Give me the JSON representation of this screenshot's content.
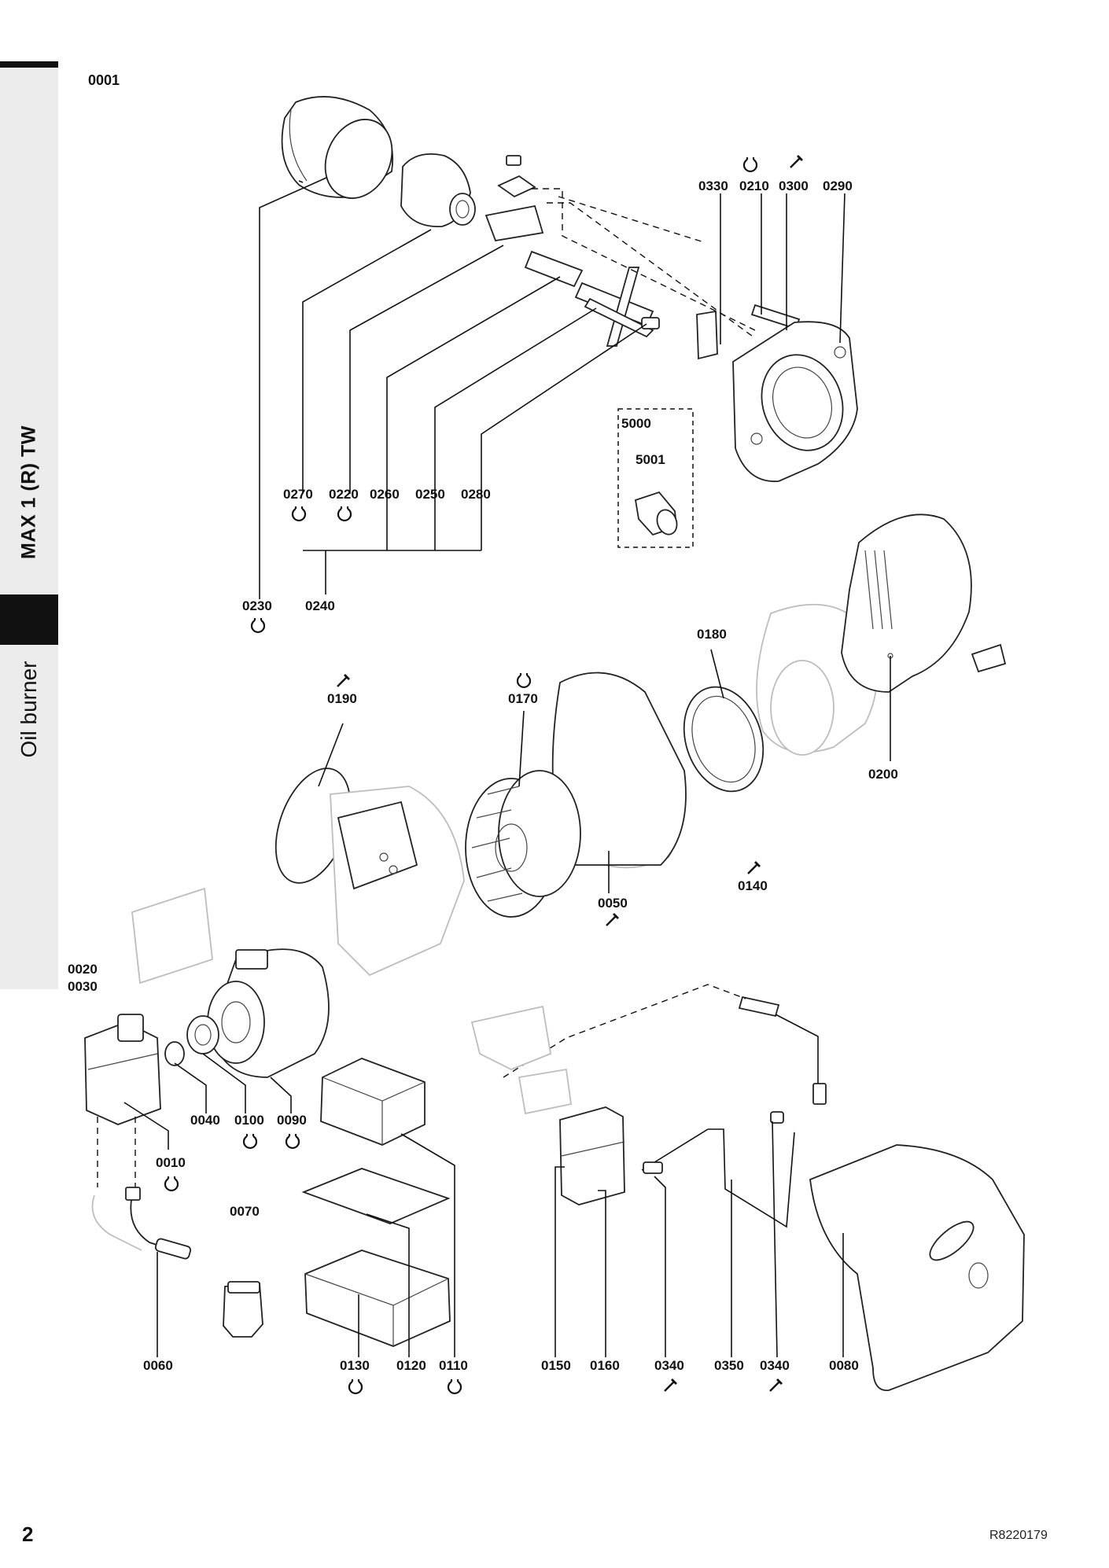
{
  "sidebar": {
    "product": "MAX 1 (R) TW",
    "section": "Oil burner"
  },
  "figure_id": "0001",
  "page_number": "2",
  "doc_ref": "R8220179",
  "labels": {
    "p0330": "0330",
    "p0210": "0210",
    "p0300": "0300",
    "p0290": "0290",
    "p5000": "5000",
    "p5001": "5001",
    "p0270": "0270",
    "p0220": "0220",
    "p0260": "0260",
    "p0250": "0250",
    "p0280": "0280",
    "p0230": "0230",
    "p0240": "0240",
    "p0180": "0180",
    "p0190": "0190",
    "p0170": "0170",
    "p0200": "0200",
    "p0050": "0050",
    "p0140": "0140",
    "p0020": "0020",
    "p0030": "0030",
    "p0040": "0040",
    "p0100": "0100",
    "p0090": "0090",
    "p0010": "0010",
    "p0070": "0070",
    "p0060": "0060",
    "p0130": "0130",
    "p0120": "0120",
    "p0110": "0110",
    "p0150": "0150",
    "p0160": "0160",
    "p0340a": "0340",
    "p0350": "0350",
    "p0340b": "0340",
    "p0080": "0080"
  },
  "icons": {
    "replacement": "o-ring-icon",
    "wear": "wrench-icon"
  }
}
